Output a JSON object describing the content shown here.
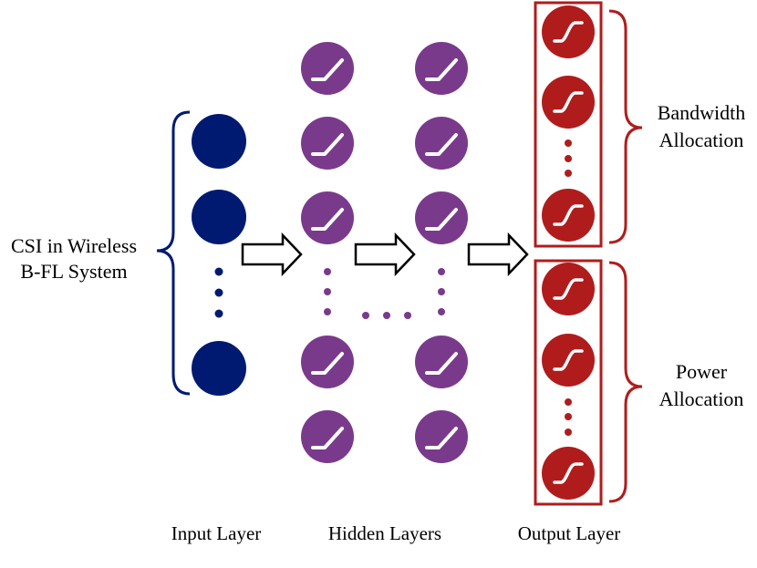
{
  "input_label": {
    "line1": "CSI in Wireless",
    "line2": "B-FL System"
  },
  "output_groups": {
    "bandwidth": {
      "line1": "Bandwidth",
      "line2": "Allocation"
    },
    "power": {
      "line1": "Power",
      "line2": "Allocation"
    }
  },
  "layer_labels": {
    "input": "Input Layer",
    "hidden": "Hidden Layers",
    "output": "Output Layer"
  },
  "colors": {
    "input_node": "#001a72",
    "hidden_node": "#7a3a8c",
    "output_node": "#b01c1c",
    "output_frame": "#b01c1c",
    "arrow_stroke": "#000000",
    "icon_stroke": "#ffffff"
  },
  "node_icons": {
    "input": "plain-circle",
    "hidden": "relu-icon",
    "output": "sigmoid-icon"
  }
}
